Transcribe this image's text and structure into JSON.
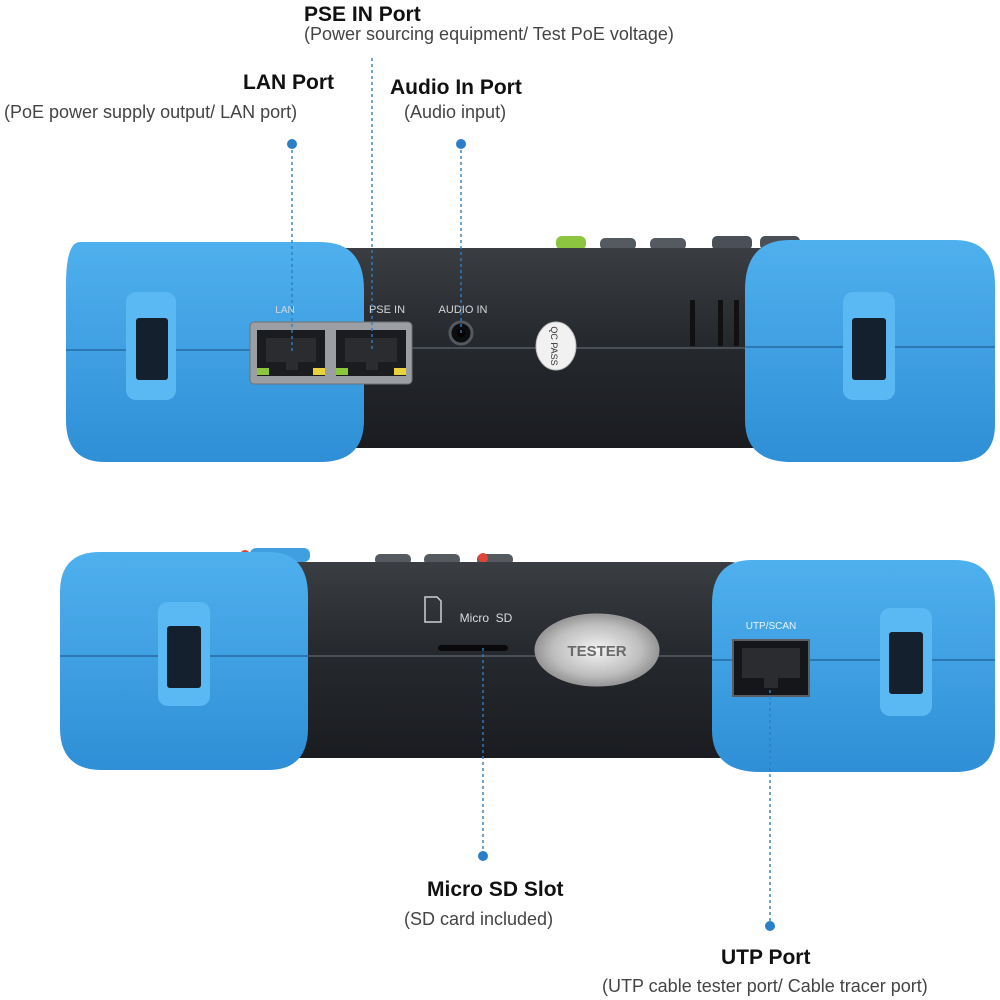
{
  "callouts": {
    "pse_in": {
      "title": "PSE IN Port",
      "subtitle": "(Power sourcing equipment/ Test PoE voltage)"
    },
    "lan": {
      "title": "LAN Port",
      "subtitle": "(PoE power supply output/ LAN port)"
    },
    "audio_in": {
      "title": "Audio In Port",
      "subtitle": "(Audio input)"
    },
    "micro_sd": {
      "title": "Micro SD Slot",
      "subtitle": "(SD card included)"
    },
    "utp": {
      "title": "UTP Port",
      "subtitle": "(UTP cable tester port/ Cable tracer port)"
    }
  },
  "device_labels": {
    "lan": "LAN",
    "pse_in": "PSE IN",
    "audio_in": "AUDIO IN",
    "qc_sticker": "QC PASS",
    "micro_sd": "Micro  SD",
    "tester_badge": "TESTER",
    "utp_scan": "UTP/SCAN"
  },
  "colors": {
    "bumper_blue": "#3f9fe0",
    "body_dark": "#24272c",
    "leader_line": "#2a7fc8"
  }
}
